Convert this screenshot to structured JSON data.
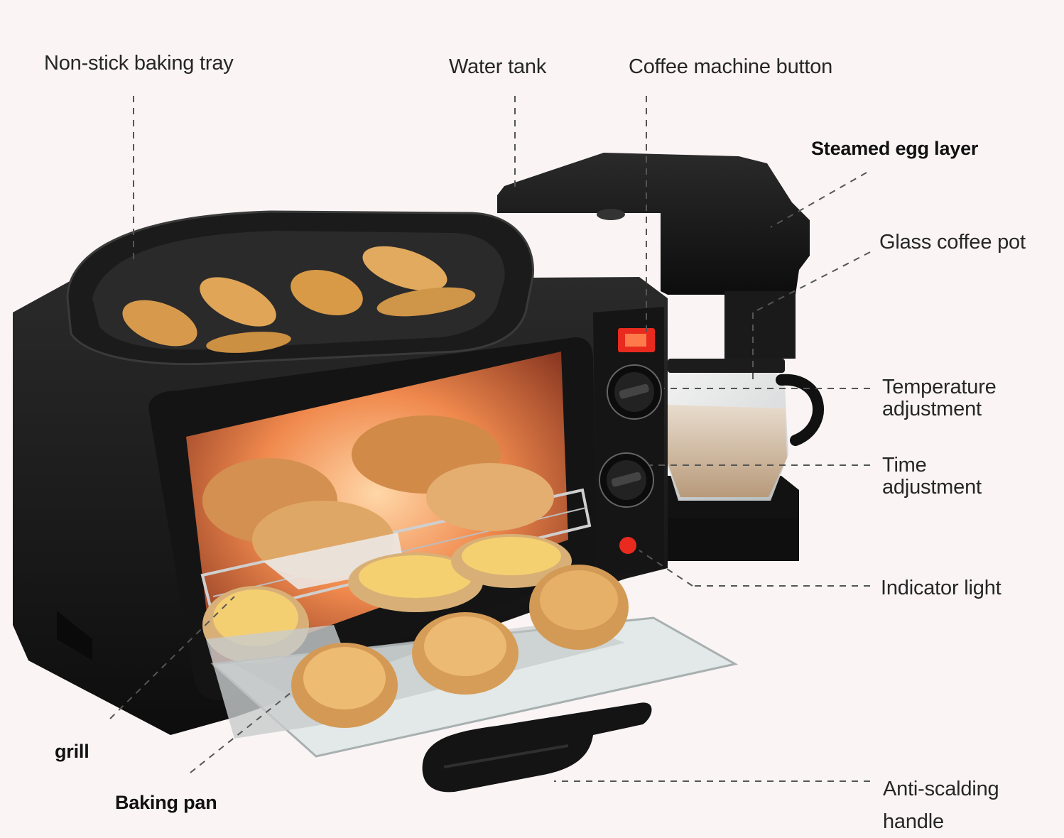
{
  "labels": {
    "non_stick_tray": "Non-stick baking tray",
    "water_tank": "Water tank",
    "coffee_button": "Coffee machine button",
    "steamed_egg": "Steamed egg layer",
    "glass_pot": "Glass coffee pot",
    "temperature": [
      "Temperature",
      "adjustment"
    ],
    "time": [
      "Time",
      "adjustment"
    ],
    "indicator": "Indicator light",
    "handle": [
      "Anti-scalding",
      "handle"
    ],
    "grill": "grill",
    "baking_pan": "Baking pan"
  },
  "colors": {
    "background": "#fbf4f5",
    "appliance_body": "#161616",
    "oven_glow": "#e8643a",
    "indicator_red": "#e82a1f",
    "leader_line": "#555555"
  }
}
